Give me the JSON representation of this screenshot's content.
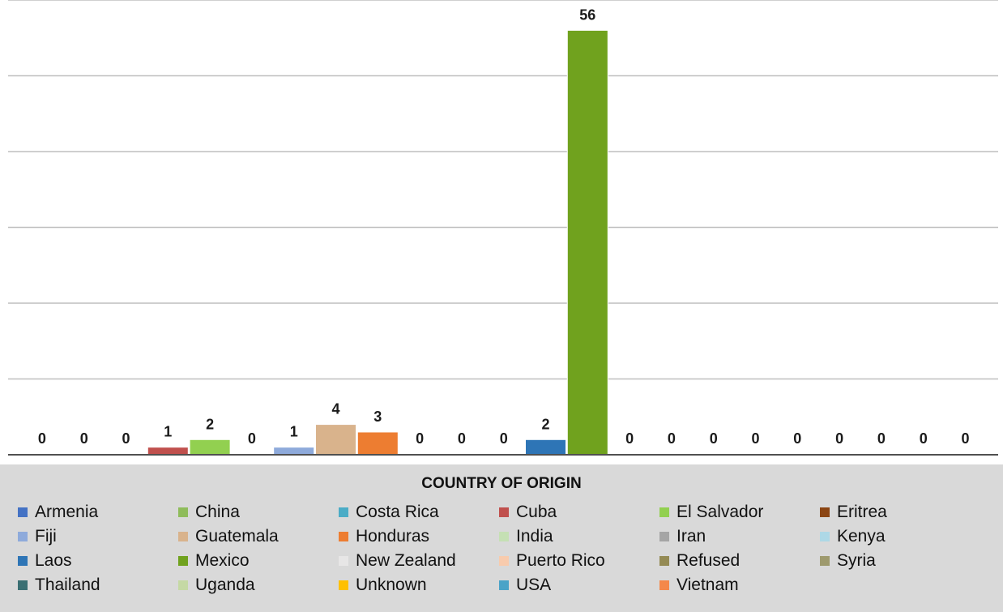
{
  "chart_data": {
    "type": "bar",
    "xlabel": "COUNTRY OF ORIGIN",
    "ylabel": "",
    "ylim": [
      0,
      60
    ],
    "grid": true,
    "legend_position": "bottom",
    "categories": [
      "Armenia",
      "China",
      "Costa Rica",
      "Cuba",
      "El Salvador",
      "Eritrea",
      "Fiji",
      "Guatemala",
      "Honduras",
      "India",
      "Iran",
      "Kenya",
      "Laos",
      "Mexico",
      "New Zealand",
      "Puerto Rico",
      "Refused",
      "Syria",
      "Thailand",
      "Uganda",
      "Unknown",
      "USA",
      "Vietnam"
    ],
    "values": [
      0,
      0,
      0,
      1,
      2,
      0,
      1,
      4,
      3,
      0,
      0,
      0,
      2,
      56,
      0,
      0,
      0,
      0,
      0,
      0,
      0,
      0,
      0
    ],
    "data_labels": [
      "0",
      "0",
      "0",
      "1",
      "2",
      "0",
      "1",
      "4",
      "3",
      "0",
      "0",
      "0",
      "2",
      "56",
      "0",
      "0",
      "0",
      "0",
      "0",
      "0",
      "0",
      "0",
      "0"
    ],
    "colors": [
      "#4472c4",
      "#8fbc5b",
      "#4bacc6",
      "#c0504d",
      "#92d050",
      "#8b4513",
      "#8eaadb",
      "#d9b38c",
      "#ed7d31",
      "#c5e0b4",
      "#a5a5a5",
      "#add8e6",
      "#2e75b6",
      "#70a21e",
      "#e7e6e6",
      "#f8cbad",
      "#948a54",
      "#9e9a6e",
      "#3a6f73",
      "#c5d9a4",
      "#ffc000",
      "#4ba3c7",
      "#f4884a"
    ]
  }
}
